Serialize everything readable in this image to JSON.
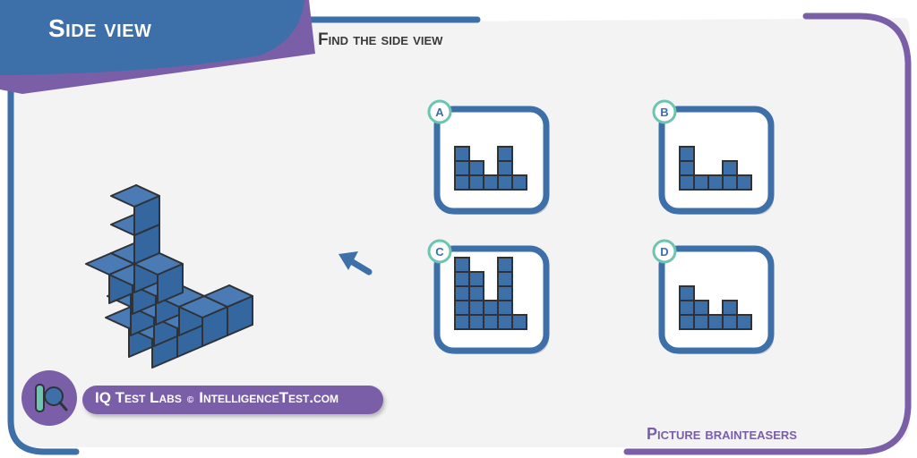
{
  "header": {
    "title": "Side view",
    "subtitle": "Find the side view"
  },
  "options": [
    {
      "label": "A",
      "columns": [
        3,
        2,
        1,
        3,
        1
      ]
    },
    {
      "label": "B",
      "columns": [
        3,
        1,
        1,
        2,
        1
      ]
    },
    {
      "label": "C",
      "columns": [
        5,
        4,
        2,
        5,
        1
      ]
    },
    {
      "label": "D",
      "columns": [
        3,
        2,
        1,
        2,
        1
      ]
    }
  ],
  "footer": {
    "brand": "IQ Test Labs",
    "copyright": "©",
    "site": "IntelligenceTest.com",
    "category": "Picture brainteasers"
  },
  "colors": {
    "blue": "#3d6fa8",
    "purple": "#7a5fa8",
    "teal": "#6cc5b0",
    "panel": "#f3f3f4",
    "cube": "#3d6fa8",
    "outline": "#2f3338"
  },
  "icons": {
    "logo": "test-tube-magnifier-icon",
    "pointer": "arrow-icon"
  }
}
